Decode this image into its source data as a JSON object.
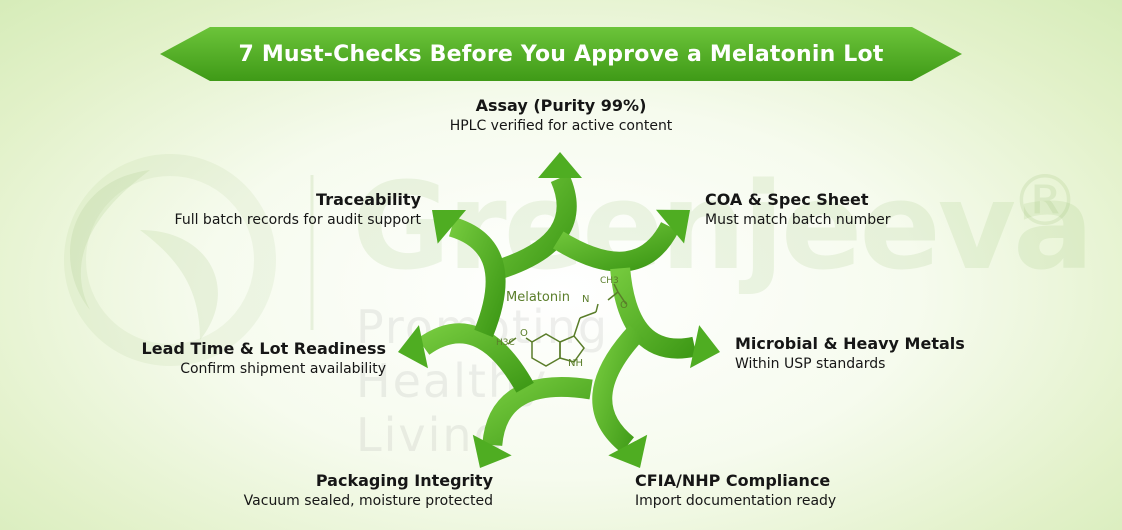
{
  "title": "7 Must-Checks Before You Approve a Melatonin Lot",
  "watermark": {
    "brand": "Greenjeeva",
    "tagline": "Promoting Healthy Living",
    "registered": "®"
  },
  "molecule": {
    "name": "Melatonin",
    "atoms": {
      "nh_amide": "N",
      "o_carbonyl": "O",
      "ch3_acetyl": "CH3",
      "och3": "H3C",
      "o_ether": "O",
      "nh_ring": "NH"
    }
  },
  "colors": {
    "accent": "#5cb82a",
    "accent_dark": "#3f9a17",
    "text": "#161616",
    "molecule": "#5a7d2a"
  },
  "checks": [
    {
      "title": "Assay (Purity 99%)",
      "desc": "HPLC verified for active content"
    },
    {
      "title": "COA & Spec Sheet",
      "desc": "Must match batch number"
    },
    {
      "title": "Microbial & Heavy Metals",
      "desc": "Within USP standards"
    },
    {
      "title": "CFIA/NHP Compliance",
      "desc": "Import documentation ready"
    },
    {
      "title": "Packaging Integrity",
      "desc": "Vacuum sealed, moisture protected"
    },
    {
      "title": "Lead Time & Lot Readiness",
      "desc": "Confirm shipment availability"
    },
    {
      "title": "Traceability",
      "desc": "Full batch records for audit support"
    }
  ]
}
